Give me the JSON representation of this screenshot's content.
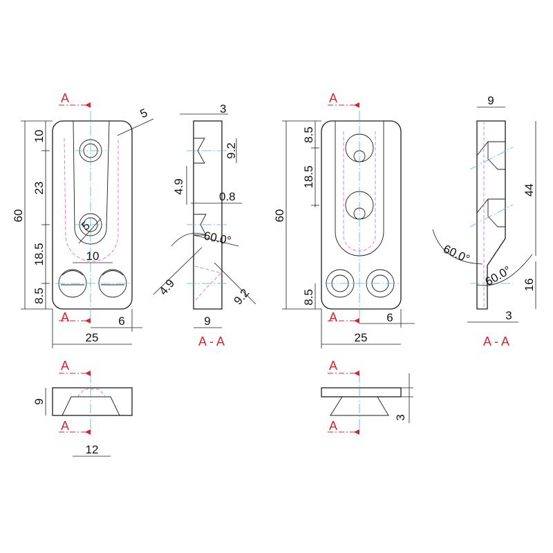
{
  "colors": {
    "outline": "#1a1a1a",
    "hidden": "#e06ad4",
    "centerline": "#46b4e0",
    "section": "#d9242b"
  },
  "section_marker": "A",
  "section_title": "A - A",
  "left_part": {
    "front": {
      "height": "60",
      "width": "25",
      "pitch_a": "10",
      "pitch_b": "23",
      "pitch_c": "18.5",
      "pitch_d": "8.5",
      "corner": "5",
      "hole": "5",
      "spacing": "10",
      "offset": "6"
    },
    "section": {
      "top": "3",
      "c1": "9.2",
      "depth": "4.9",
      "gap": "0.8",
      "angle": "60.0°",
      "d2": "4.9",
      "c2": "9.2",
      "width": "9"
    },
    "bottom": {
      "thickness": "9",
      "opening": "12"
    }
  },
  "right_part": {
    "front": {
      "height": "60",
      "width": "25",
      "pitch_a": "8.5",
      "pitch_b": "18.5",
      "pitch_d": "8.5",
      "offset": "6"
    },
    "section": {
      "width": "9",
      "length": "44",
      "angle1": "60.0°",
      "angle2": "60.0°",
      "end": "16",
      "thickness": "3"
    },
    "bottom": {
      "thickness": "3"
    }
  }
}
